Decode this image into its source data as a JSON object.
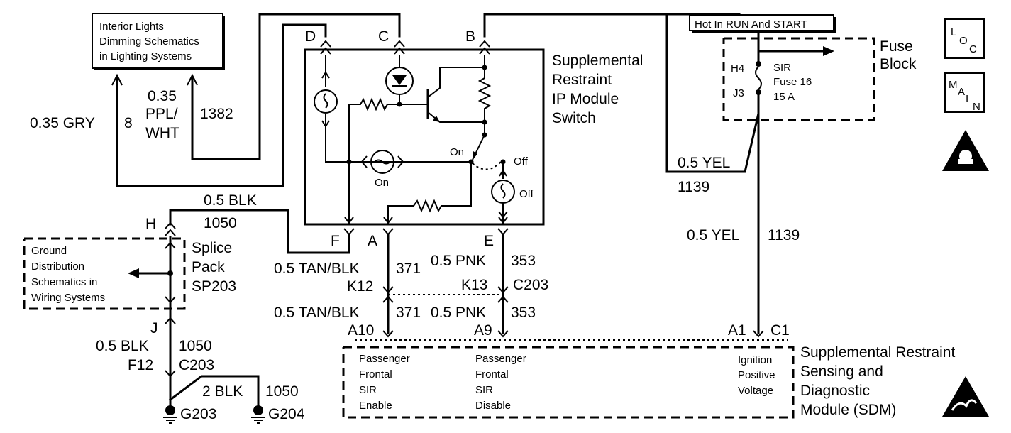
{
  "refs": {
    "interior_lights": [
      "Interior Lights",
      "Dimming Schematics",
      "in Lighting Systems"
    ],
    "ground_distribution": [
      "Ground",
      "Distribution",
      "Schematics in",
      "Wiring Systems"
    ]
  },
  "switch_module": {
    "title": [
      "Supplemental",
      "Restraint",
      "IP Module",
      "Switch"
    ],
    "pins": {
      "d": "D",
      "c": "C",
      "b": "B",
      "f": "F",
      "a": "A",
      "e": "E"
    },
    "state_on_upper": "On",
    "state_on_lower": "On",
    "state_off_upper": "Off",
    "state_off_lower": "Off"
  },
  "fuse_block": {
    "hot_label": "Hot In RUN And START",
    "title": [
      "Fuse",
      "Block"
    ],
    "fuse_lines": [
      "SIR",
      "Fuse 16",
      "15 A"
    ],
    "term_h4": "H4",
    "term_j3": "J3"
  },
  "icons": {
    "loc": [
      "L",
      "O",
      "C"
    ],
    "main": [
      "M",
      "A",
      "I",
      "N"
    ]
  },
  "wires": {
    "gry_size_color": "0.35 GRY",
    "gry_circuit": "8",
    "ppl_lines": [
      "0.35",
      "PPL/",
      "WHT"
    ],
    "ppl_circuit": "1382",
    "blk_top_color": "0.5 BLK",
    "blk_top_circuit": "1050",
    "tan_blk_upper": "0.5 TAN/BLK",
    "tan_blk_upper_circuit": "371",
    "pnk_upper": "0.5 PNK",
    "pnk_upper_circuit": "353",
    "tan_blk_lower": "0.5 TAN/BLK",
    "tan_blk_lower_circuit": "371",
    "pnk_lower": "0.5 PNK",
    "pnk_lower_circuit": "353",
    "yel_upper": "0.5 YEL",
    "yel_upper_circuit": "1139",
    "yel_lower": "0.5 YEL",
    "yel_lower_circuit": "1139",
    "blk_lower": "0.5 BLK",
    "blk_lower_circuit": "1050",
    "blk_ground": "2 BLK",
    "blk_ground_circuit": "1050"
  },
  "connectors": {
    "k12": "K12",
    "k13": "K13",
    "c203": "C203",
    "a10": "A10",
    "a9": "A9",
    "a1": "A1",
    "c1": "C1",
    "h": "H",
    "j": "J",
    "f12": "F12",
    "c203_lower": "C203"
  },
  "splice_pack": [
    "Splice",
    "Pack",
    "SP203"
  ],
  "grounds": {
    "g203": "G203",
    "g204": "G204"
  },
  "sdm": {
    "title": [
      "Supplemental Restraint",
      "Sensing and",
      "Diagnostic",
      "Module (SDM)"
    ],
    "enable_lines": [
      "Passenger",
      "Frontal",
      "SIR",
      "Enable"
    ],
    "disable_lines": [
      "Passenger",
      "Frontal",
      "SIR",
      "Disable"
    ],
    "ignition_lines": [
      "Ignition",
      "Positive",
      "Voltage"
    ]
  }
}
